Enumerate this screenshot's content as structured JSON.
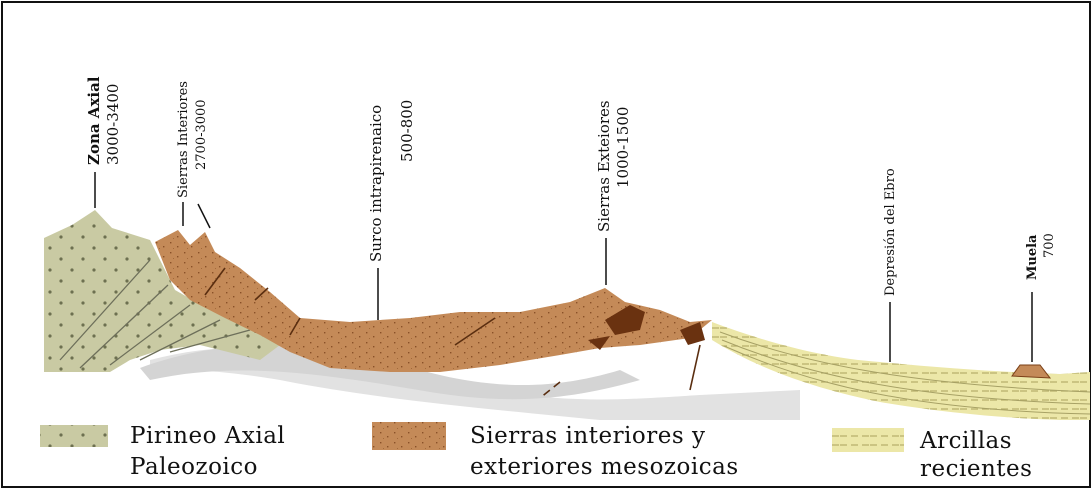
{
  "colors": {
    "axial": "#c9caa3",
    "axial_dot": "#6d7050",
    "mesozoic": "#c48a58",
    "mesozoic_dark": "#7a3f16",
    "clay": "#ece7a8",
    "clay_stripe": "#c9c27a",
    "grey_layer": "#d6d6d6"
  },
  "labels": {
    "zona_axial_name": "Zona Axial",
    "zona_axial_alt": "3000-3400",
    "sierras_interiores_name": "Sierras Interiores",
    "sierras_interiores_alt": "2700-3000",
    "surco_name": "Surco intrapirenaico",
    "surco_alt": "500-800",
    "sierras_exteriores_name": "Sierras Exteiores",
    "sierras_exteriores_alt": "1000-1500",
    "depresion_name": "Depresión del Ebro",
    "muela_name": "Muela",
    "muela_alt": "700"
  },
  "legend": [
    {
      "icon": "axial-swatch",
      "line1": "Pirineo Axial",
      "line2": "Paleozoico"
    },
    {
      "icon": "mesozoic-swatch",
      "line1": "Sierras interiores y",
      "line2": "exteriores mesozoicas"
    },
    {
      "icon": "clay-swatch",
      "line1": "Arcillas",
      "line2": "recientes"
    }
  ]
}
